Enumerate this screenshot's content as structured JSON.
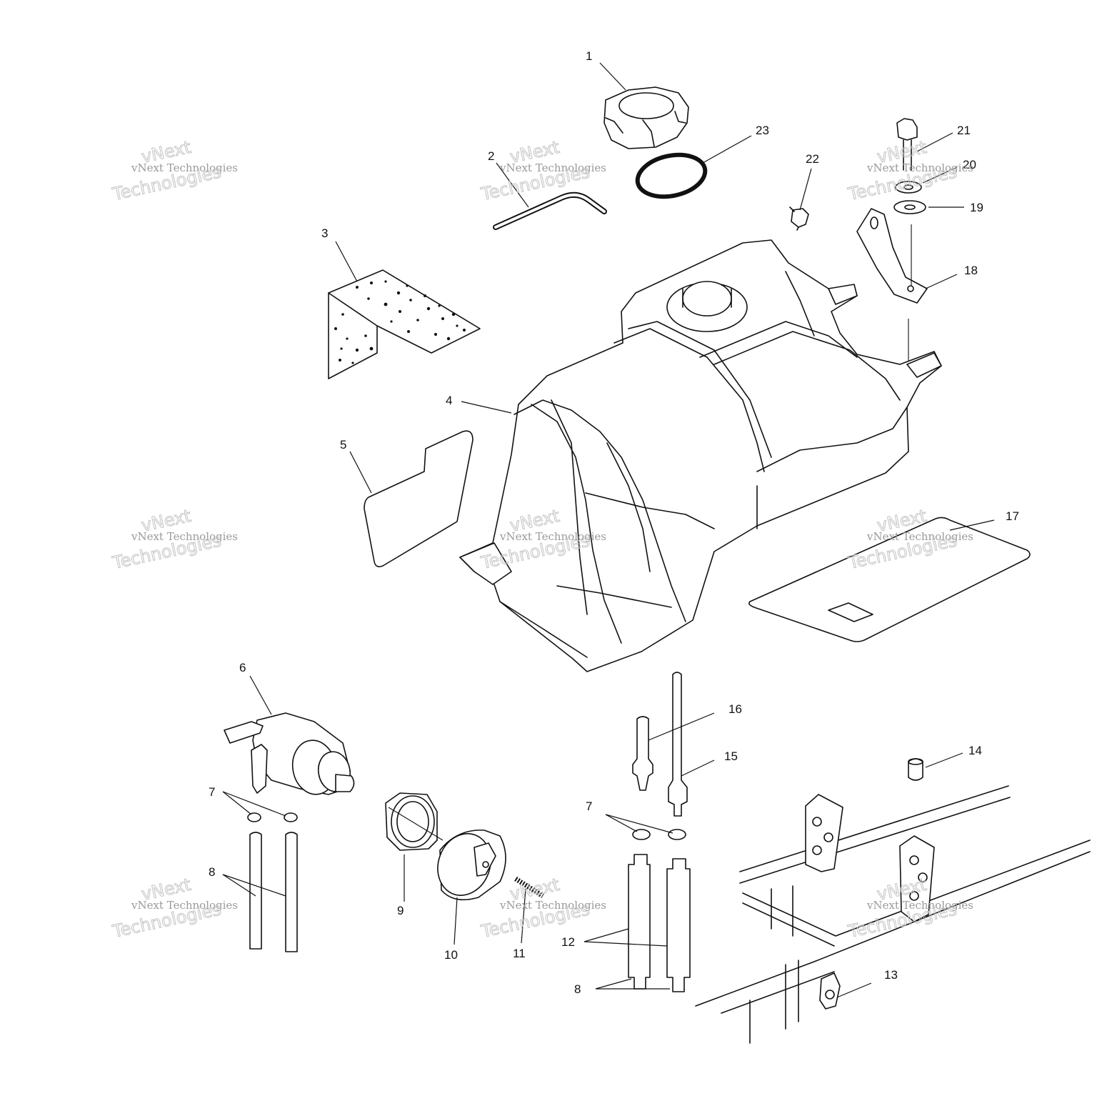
{
  "watermark": {
    "line1": "vNext Technologies",
    "line2": "vNext",
    "line3": "Technologies"
  },
  "callouts": [
    {
      "id": "1",
      "label": "1"
    },
    {
      "id": "2",
      "label": "2"
    },
    {
      "id": "3",
      "label": "3"
    },
    {
      "id": "4",
      "label": "4"
    },
    {
      "id": "5",
      "label": "5"
    },
    {
      "id": "6",
      "label": "6"
    },
    {
      "id": "7a",
      "label": "7"
    },
    {
      "id": "7b",
      "label": "7"
    },
    {
      "id": "8a",
      "label": "8"
    },
    {
      "id": "8b",
      "label": "8"
    },
    {
      "id": "9",
      "label": "9"
    },
    {
      "id": "10",
      "label": "10"
    },
    {
      "id": "11",
      "label": "11"
    },
    {
      "id": "12",
      "label": "12"
    },
    {
      "id": "13",
      "label": "13"
    },
    {
      "id": "14",
      "label": "14"
    },
    {
      "id": "15",
      "label": "15"
    },
    {
      "id": "16",
      "label": "16"
    },
    {
      "id": "17",
      "label": "17"
    },
    {
      "id": "18",
      "label": "18"
    },
    {
      "id": "19",
      "label": "19"
    },
    {
      "id": "20",
      "label": "20"
    },
    {
      "id": "21",
      "label": "21"
    },
    {
      "id": "22",
      "label": "22"
    },
    {
      "id": "23",
      "label": "23"
    }
  ]
}
